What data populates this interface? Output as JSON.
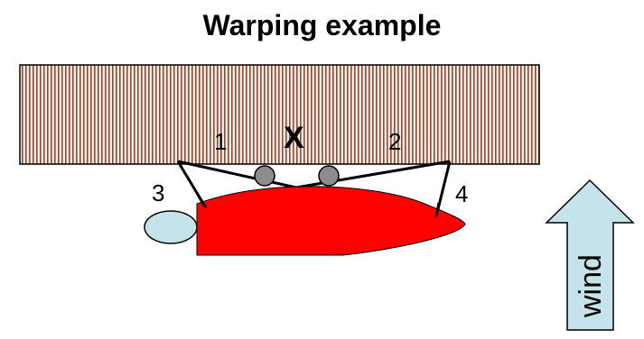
{
  "title": "Warping example",
  "labels": {
    "line_1": "1",
    "line_2": "2",
    "line_3": "3",
    "line_4": "4",
    "center_mark": "X"
  },
  "wind_label": "wind",
  "colors": {
    "dock_fill": "#f6ece0",
    "dock_stripes": "#8b4a3a",
    "boat_hull": "#ff0000",
    "tender": "#c5e3ea",
    "wind_arrow": "#c5e3ea",
    "fender": "#8c8c8c",
    "lines": "#000000"
  }
}
